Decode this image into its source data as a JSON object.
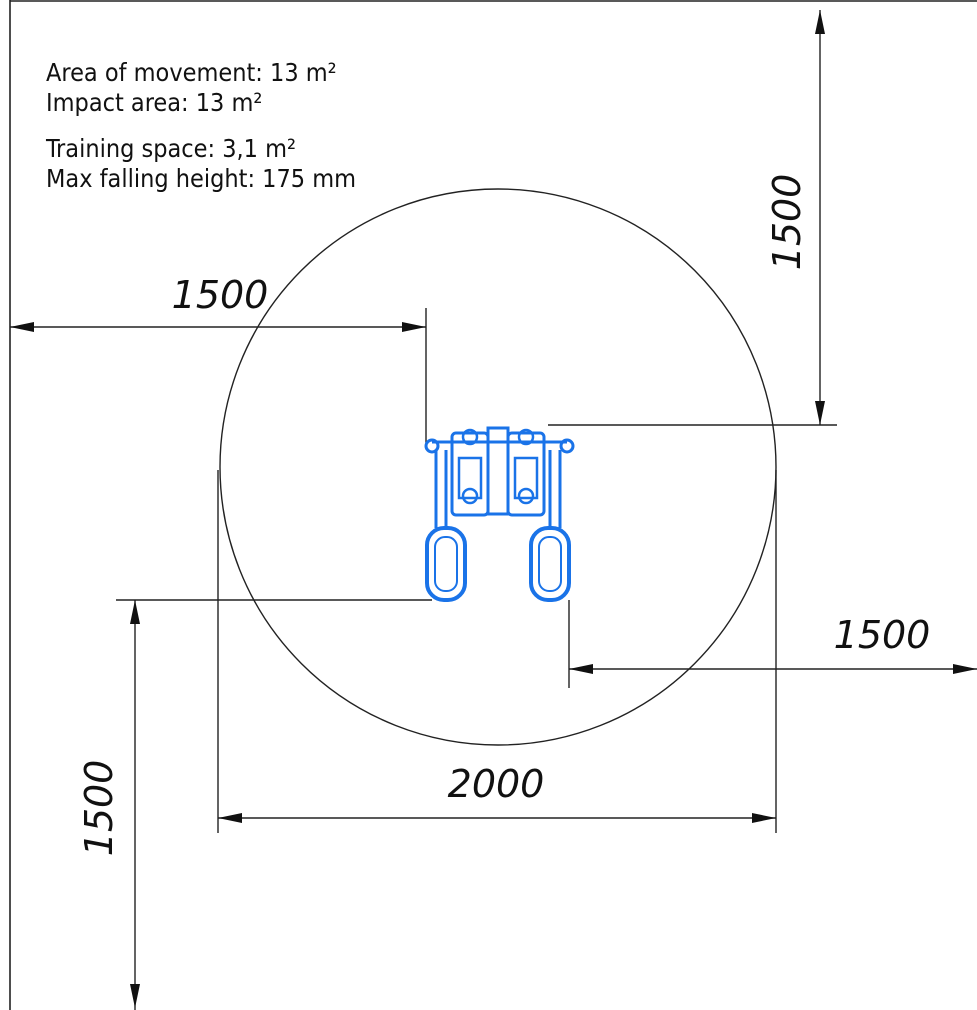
{
  "info": {
    "area_of_movement": "Area of movement: 13 m²",
    "impact_area": "Impact area: 13 m²",
    "training_space": "Training space: 3,1 m²",
    "max_falling_height": "Max falling height: 175 mm"
  },
  "dimensions": {
    "top_right_vertical": "1500",
    "left_horizontal": "1500",
    "right_horizontal": "1500",
    "bottom_left_vertical": "1500",
    "diameter": "2000"
  },
  "colors": {
    "equipment": "#1a73e8",
    "lines": "#222222"
  },
  "icons": {
    "equipment": "leg-press-machine-icon"
  }
}
